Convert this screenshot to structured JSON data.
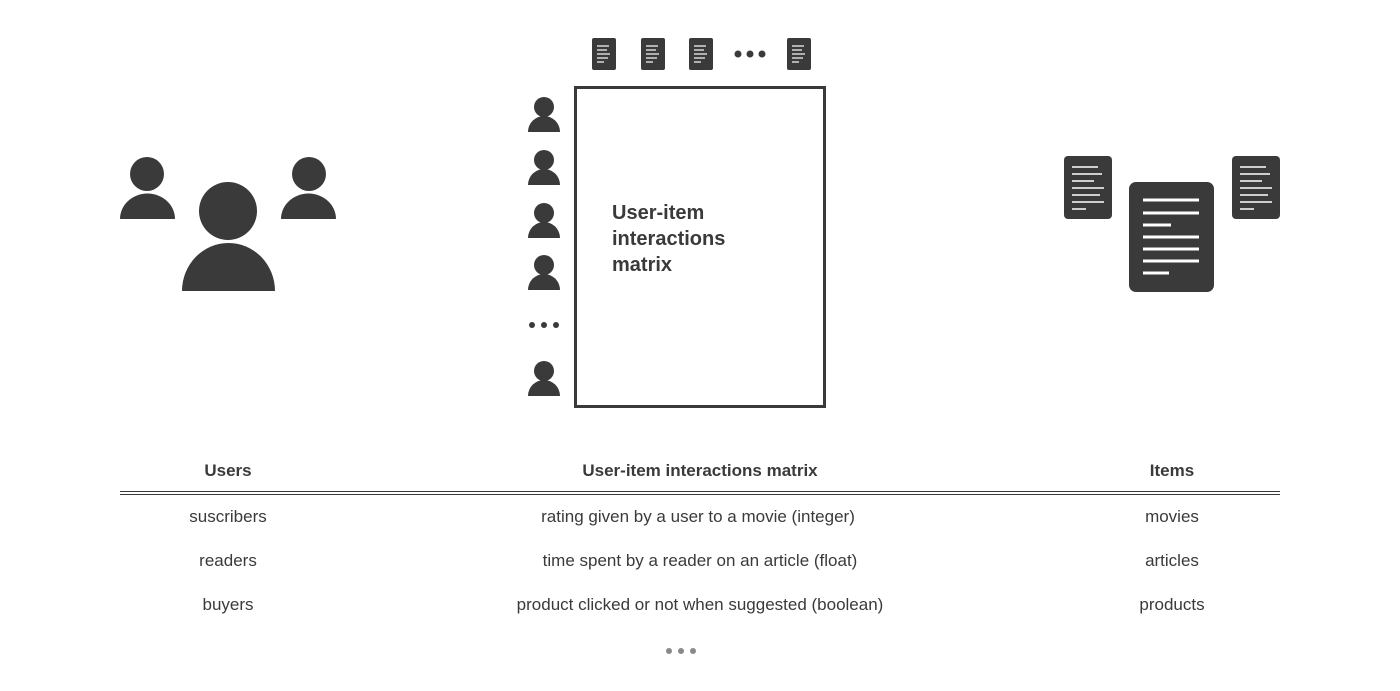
{
  "diagram": {
    "matrix_label": "User-item\ninteractions\nmatrix",
    "left_icon": "users-group-icon",
    "right_icon": "documents-group-icon",
    "row_icon": "user-icon",
    "column_icon": "document-icon",
    "ellipsis_icon": "ellipsis-icon",
    "colors": {
      "ink": "#3a3a3a",
      "paper_lines": "#ffffff",
      "muted_dots": "#8a8a8a"
    }
  },
  "table": {
    "headers": [
      "Users",
      "User-item interactions matrix",
      "Items"
    ],
    "rows": [
      [
        "suscribers",
        "rating given by a user to a movie (integer)",
        "movies"
      ],
      [
        "readers",
        "time spent by a reader on an article (float)",
        "articles"
      ],
      [
        "buyers",
        "product clicked or not when suggested (boolean)",
        "products"
      ]
    ]
  }
}
